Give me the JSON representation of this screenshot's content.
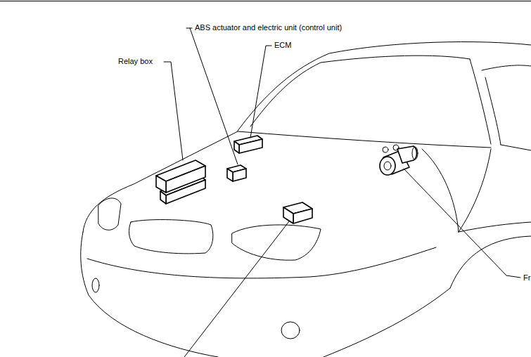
{
  "diagram": {
    "labels": [
      "ABS actuator and electric unit (control unit)",
      "ECM",
      "Relay box",
      "Fr"
    ]
  }
}
